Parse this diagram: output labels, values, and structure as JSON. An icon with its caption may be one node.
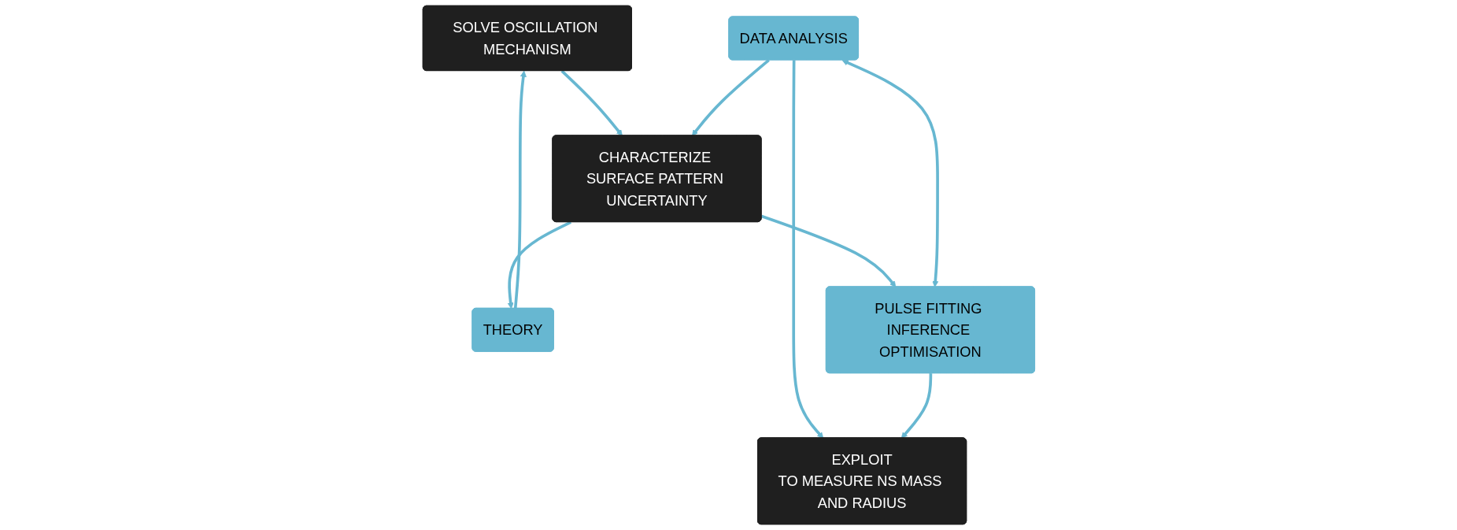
{
  "diagram": {
    "nodes": [
      {
        "text": [
          "SOLVE OSCILLATION MECHANISM"
        ]
      },
      {
        "text": [
          "CHARACTERIZE SURFACE PATTERN UNCERTAINTY"
        ]
      },
      {
        "text": [
          "EXPLOIT",
          "TO MEASURE NS MASS AND RADIUS"
        ]
      },
      {
        "text": [
          "THEORY"
        ]
      },
      {
        "text": [
          "DATA ANALYSIS"
        ]
      },
      {
        "text": [
          "PULSE FITTING INFERENCE OPTIMISATION"
        ]
      }
    ],
    "edges": [
      {
        "from": 3,
        "to": 0,
        "arrow": "to"
      },
      {
        "from": 0,
        "to": 1,
        "arrow": "to"
      },
      {
        "from": 1,
        "to": 3,
        "arrow": "to"
      },
      {
        "from": 4,
        "to": 1,
        "arrow": "to"
      },
      {
        "from": 4,
        "to": 2,
        "arrow": "to"
      },
      {
        "from": 1,
        "to": 5,
        "arrow": "to"
      },
      {
        "from": 5,
        "to": 2,
        "arrow": "to"
      },
      {
        "from": 4,
        "to": 5,
        "arrow": "both"
      }
    ]
  }
}
